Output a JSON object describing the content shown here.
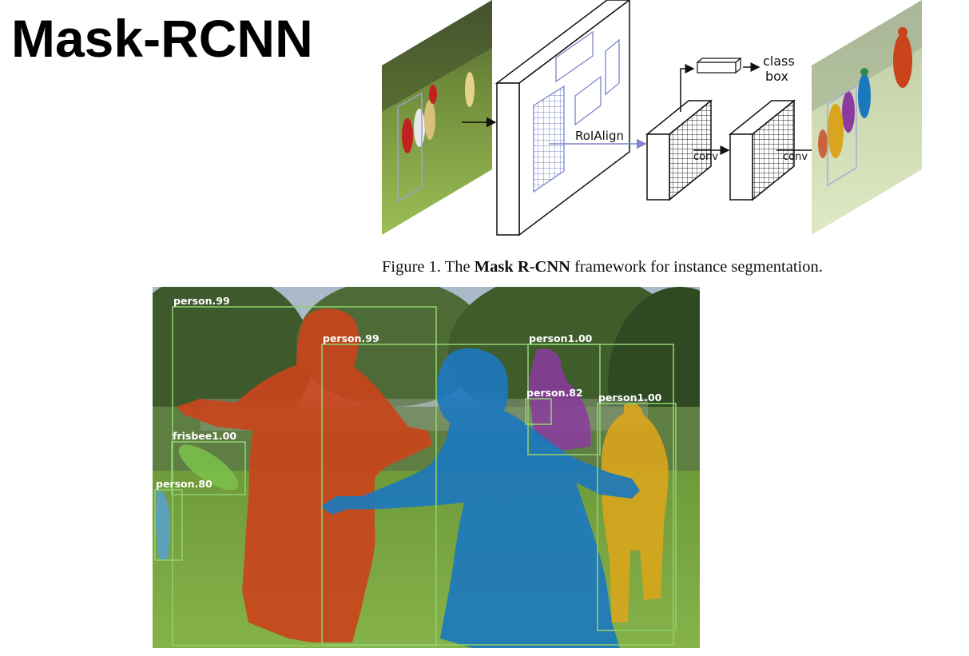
{
  "title": "Mask-RCNN",
  "diagram": {
    "roialign_label": "RoIAlign",
    "conv_label_1": "conv",
    "conv_label_2": "conv",
    "head_label_line1": "class",
    "head_label_line2": "box"
  },
  "caption": {
    "prefix": "Figure 1. The ",
    "bold": "Mask R-CNN",
    "suffix": " framework for instance segmentation."
  },
  "detections": [
    {
      "label": "person.99"
    },
    {
      "label": "person.99"
    },
    {
      "label": "person1.00"
    },
    {
      "label": "person.82"
    },
    {
      "label": "person1.00"
    },
    {
      "label": "frisbee1.00"
    },
    {
      "label": "person.80"
    }
  ],
  "colors": {
    "box": "#8fce6e",
    "diagram_blue": "#7b86c9",
    "mask_orange": "#c9441b",
    "mask_blue": "#1c78bd",
    "mask_purple": "#8b3aa0",
    "mask_yellow": "#d9a51c",
    "mask_green": "#7bbf4c"
  }
}
